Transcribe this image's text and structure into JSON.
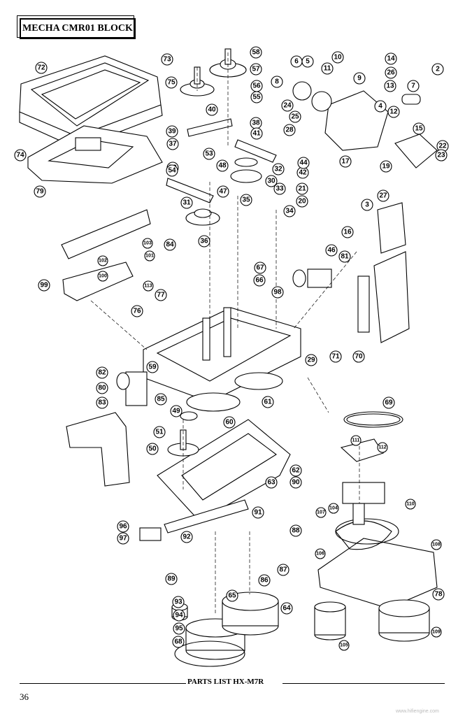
{
  "header": {
    "title": "MECHA CMR01 BLOCK"
  },
  "footer": {
    "text": "PARTS LIST HX-M7R",
    "page_number": "36",
    "watermark": "www.hifiengine.com"
  },
  "labels": [
    "2",
    "3",
    "4",
    "5",
    "6",
    "7",
    "8",
    "9",
    "10",
    "11",
    "12",
    "13",
    "14",
    "15",
    "16",
    "17",
    "19",
    "20",
    "21",
    "22",
    "23",
    "24",
    "25",
    "26",
    "27",
    "28",
    "29",
    "30",
    "31",
    "32",
    "33",
    "34",
    "35",
    "36",
    "37",
    "38",
    "39",
    "40",
    "41",
    "42",
    "44",
    "46",
    "47",
    "48",
    "49",
    "50",
    "51",
    "52",
    "53",
    "54",
    "55",
    "56",
    "57",
    "58",
    "59",
    "60",
    "61",
    "62",
    "63",
    "64",
    "65",
    "66",
    "67",
    "68",
    "69",
    "70",
    "71",
    "72",
    "73",
    "74",
    "75",
    "76",
    "77",
    "78",
    "79",
    "80",
    "81",
    "82",
    "83",
    "84",
    "85",
    "86",
    "87",
    "88",
    "89",
    "90",
    "91",
    "92",
    "93",
    "94",
    "95",
    "96",
    "97",
    "98",
    "99",
    "100",
    "101",
    "102",
    "103",
    "104",
    "105",
    "106",
    "107",
    "108",
    "109",
    "110",
    "111",
    "112",
    "113"
  ]
}
